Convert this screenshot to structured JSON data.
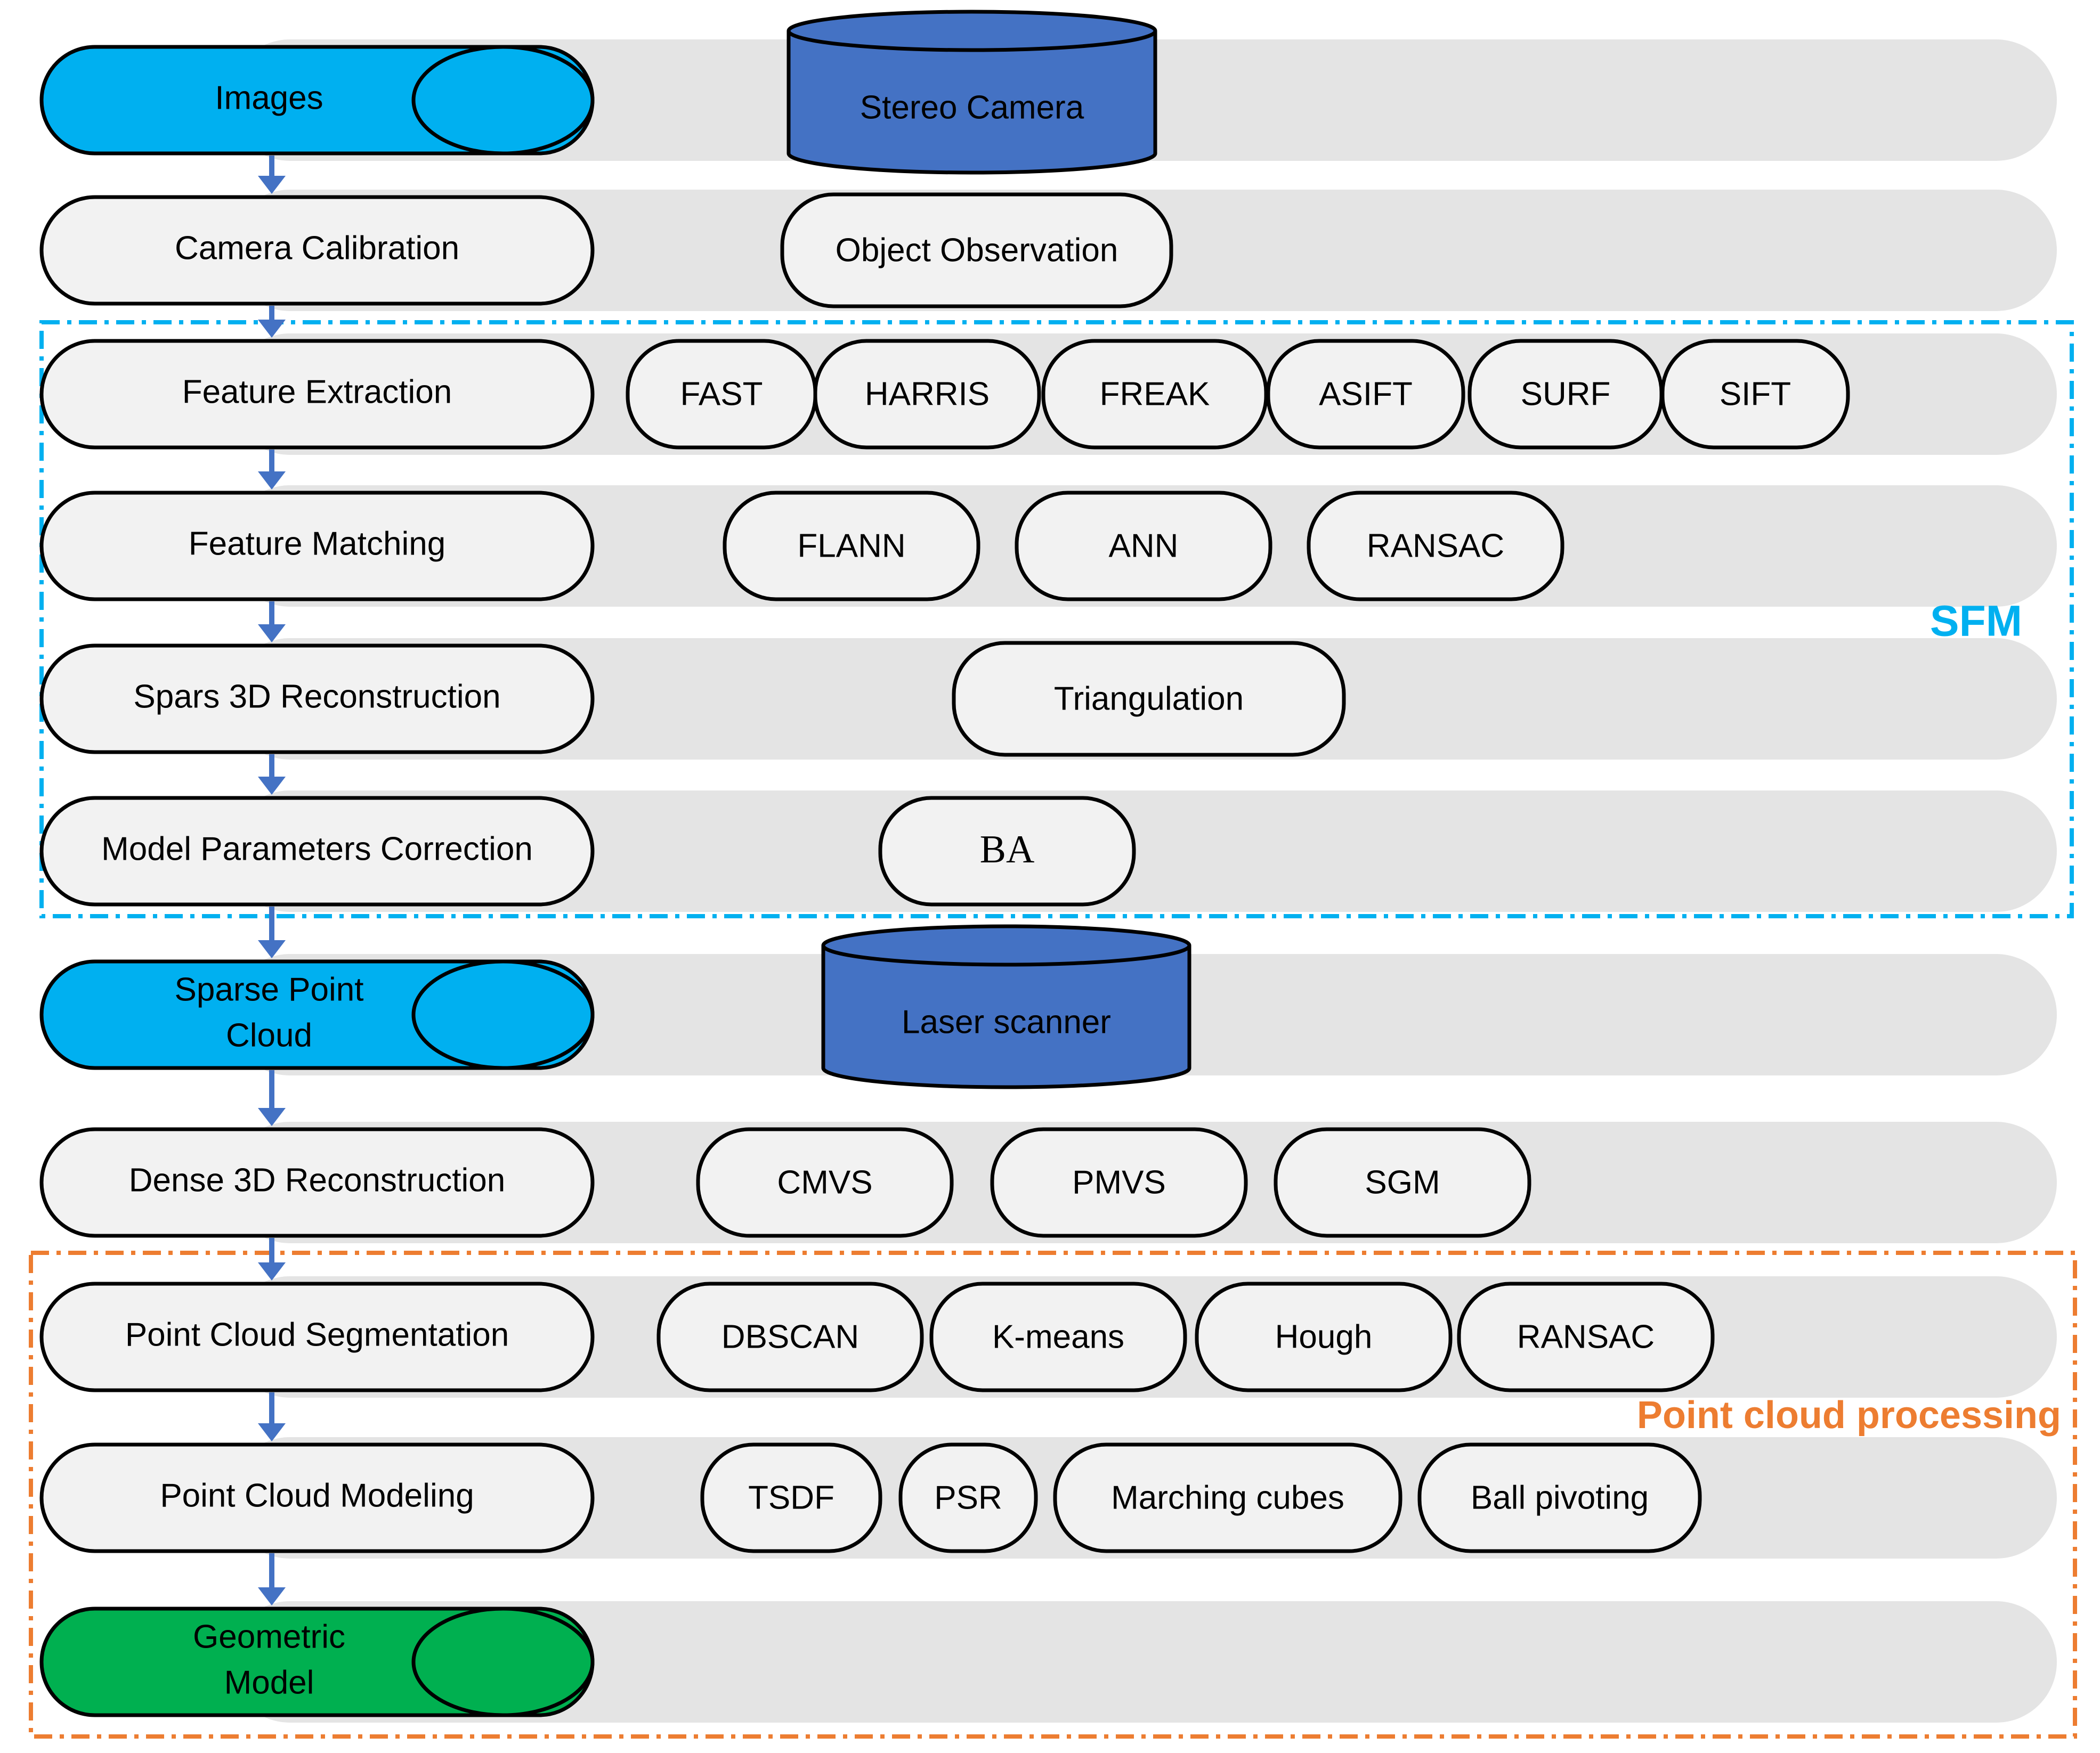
{
  "colors": {
    "band": "#e4e4e4",
    "node_fill": "#f2f2f2",
    "stroke": "#000000",
    "io_blue": "#00b0f0",
    "cylinder_blue": "#4472c4",
    "arrow": "#4472c4",
    "io_green": "#00b050",
    "sfm": "#00b0f0",
    "pcp": "#ed7d31"
  },
  "groups": {
    "sfm_label": "SFM",
    "pcp_label": "Point cloud processing"
  },
  "rows": [
    {
      "step": "Images",
      "step_lines": [
        "Images"
      ],
      "kind": "io",
      "color": "io_blue",
      "cylinder": "Stereo Camera",
      "methods": []
    },
    {
      "step": "Camera Calibration",
      "step_lines": [
        "Camera Calibration"
      ],
      "kind": "process",
      "methods": [
        "Object Observation"
      ]
    },
    {
      "step": "Feature Extraction",
      "step_lines": [
        "Feature Extraction"
      ],
      "kind": "process",
      "methods": [
        "FAST",
        "HARRIS",
        "FREAK",
        "ASIFT",
        "SURF",
        "SIFT"
      ]
    },
    {
      "step": "Feature Matching",
      "step_lines": [
        "Feature Matching"
      ],
      "kind": "process",
      "methods": [
        "FLANN",
        "ANN",
        "RANSAC"
      ]
    },
    {
      "step": "Spars 3D Reconstruction",
      "step_lines": [
        "Spars 3D Reconstruction"
      ],
      "kind": "process",
      "methods": [
        "Triangulation"
      ]
    },
    {
      "step": "Model Parameters Correction",
      "step_lines": [
        "Model Parameters Correction"
      ],
      "kind": "process",
      "methods": [
        "BA"
      ]
    },
    {
      "step": "Sparse Point Cloud",
      "step_lines": [
        "Sparse Point",
        "Cloud"
      ],
      "kind": "io",
      "color": "io_blue",
      "cylinder": "Laser scanner",
      "methods": []
    },
    {
      "step": "Dense 3D Reconstruction",
      "step_lines": [
        "Dense 3D Reconstruction"
      ],
      "kind": "process",
      "methods": [
        "CMVS",
        "PMVS",
        "SGM"
      ]
    },
    {
      "step": "Point Cloud Segmentation",
      "step_lines": [
        "Point Cloud Segmentation"
      ],
      "kind": "process",
      "methods": [
        "DBSCAN",
        "K-means",
        "Hough",
        "RANSAC"
      ]
    },
    {
      "step": "Point Cloud Modeling",
      "step_lines": [
        "Point Cloud Modeling"
      ],
      "kind": "process",
      "methods": [
        "TSDF",
        "PSR",
        "Marching cubes",
        "Ball pivoting"
      ]
    },
    {
      "step": "Geometric Model",
      "step_lines": [
        "Geometric",
        "Model"
      ],
      "kind": "io",
      "color": "io_green",
      "methods": []
    }
  ]
}
